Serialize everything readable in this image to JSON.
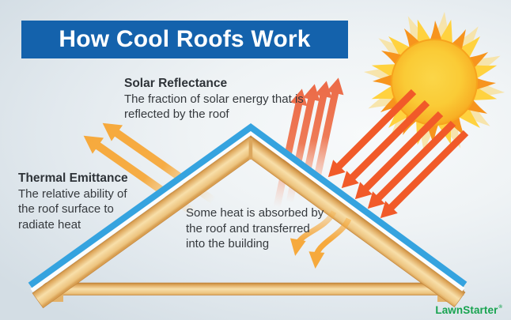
{
  "title": "How Cool Roofs Work",
  "annotations": {
    "solar_reflectance": {
      "heading": "Solar Reflectance",
      "line1": "The fraction of solar energy that is",
      "line2": "reflected by the roof"
    },
    "thermal_emittance": {
      "heading": "Thermal Emittance",
      "line1": "The relative ability of",
      "line2": "the roof surface to",
      "line3": "radiate heat"
    },
    "absorbed_heat": {
      "line1": "Some heat is absorbed by",
      "line2": "the roof and transferred",
      "line3": "into the building"
    }
  },
  "branding": {
    "logo": "LawnStarter",
    "mark": "®"
  },
  "colors": {
    "banner_blue": "#1462AC",
    "coating_blue": "#35A3DF",
    "incoming_arrow_red": "#F15A29",
    "reflected_arrow_salmon": "#ED6E4E",
    "heat_arrow_amber": "#F6A93C",
    "sun_flame_orange": "#F7941D",
    "sun_flame_yellow": "#FFD23F",
    "roof_tan": "#F3CE96",
    "logo_green": "#17A34F",
    "text_dark": "#35393D"
  }
}
